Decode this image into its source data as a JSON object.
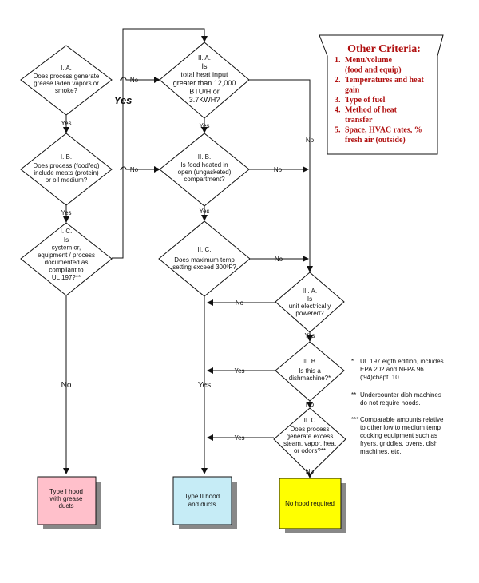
{
  "nodes": {
    "ia": {
      "id": "I. A.",
      "lines": [
        "Does process generate",
        "grease laden vapors or",
        "smoke?"
      ]
    },
    "ib": {
      "id": "I. B.",
      "lines": [
        "Does process (food/eq)",
        "include meats (protein)",
        "or oil medium?"
      ]
    },
    "ic": {
      "id": "I. C.",
      "lines": [
        "Is",
        "system or,",
        "equipment / process",
        "documented as",
        "compliant to",
        "UL 197?**"
      ]
    },
    "iia": {
      "id": "II. A.",
      "lines": [
        "Is",
        "total heat input",
        "greater than 12,000",
        "BTU/H or",
        "3.7KWH?"
      ]
    },
    "iib": {
      "id": "II. B.",
      "lines": [
        "Is food heated in",
        "open (ungasketed)",
        "compartment?"
      ]
    },
    "iic": {
      "id": "II. C.",
      "lines": [
        "Does maximum temp",
        "setting exceed 300ºF?"
      ]
    },
    "iiia": {
      "id": "III. A.",
      "lines": [
        "Is",
        "unit electrically",
        "powered?"
      ]
    },
    "iiib": {
      "id": "III. B.",
      "lines": [
        "Is this a",
        "dishmachine?*"
      ]
    },
    "iiic": {
      "id": "III. C.",
      "lines": [
        "Does process",
        "generate excess",
        "steam, vapor, heat",
        "or odors?**"
      ]
    }
  },
  "labels": {
    "yes_big": "Yes",
    "no_big": "No",
    "yes": "Yes",
    "no": "No"
  },
  "outcomes": {
    "type1": [
      "Type I hood",
      "with grease",
      "ducts"
    ],
    "type2": [
      "Type II hood",
      "and ducts"
    ],
    "none": [
      "No hood required"
    ]
  },
  "other_criteria": {
    "title": "Other  Criteria:",
    "items": [
      {
        "num": "1.",
        "lines": [
          "Menu/volume",
          "(food and equip)"
        ]
      },
      {
        "num": "2.",
        "lines": [
          "Temperatures and heat",
          "gain"
        ]
      },
      {
        "num": "3.",
        "lines": [
          "Type of fuel"
        ]
      },
      {
        "num": "4.",
        "lines": [
          "Method of heat",
          "transfer"
        ]
      },
      {
        "num": "5.",
        "lines": [
          "Space, HVAC rates, %",
          "fresh air (outside)"
        ]
      }
    ]
  },
  "notes": [
    {
      "mark": "*",
      "lines": [
        "UL 197 eigth edition, includes",
        "EPA 202 and NFPA 96",
        "('94)chapt. 10"
      ]
    },
    {
      "mark": "**",
      "lines": [
        "Undercounter dish machines",
        "do not  require hoods."
      ]
    },
    {
      "mark": "***",
      "lines": [
        "Comparable amounts relative",
        "to other low to medium temp",
        "cooking equipment such as",
        "fryers, griddles, ovens, dish",
        "machines, etc."
      ]
    }
  ],
  "colors": {
    "type1_fill": "#ffc0cb",
    "type2_fill": "#c6ecf6",
    "none_fill": "#ffff00",
    "criteria_text": "#b01010"
  }
}
